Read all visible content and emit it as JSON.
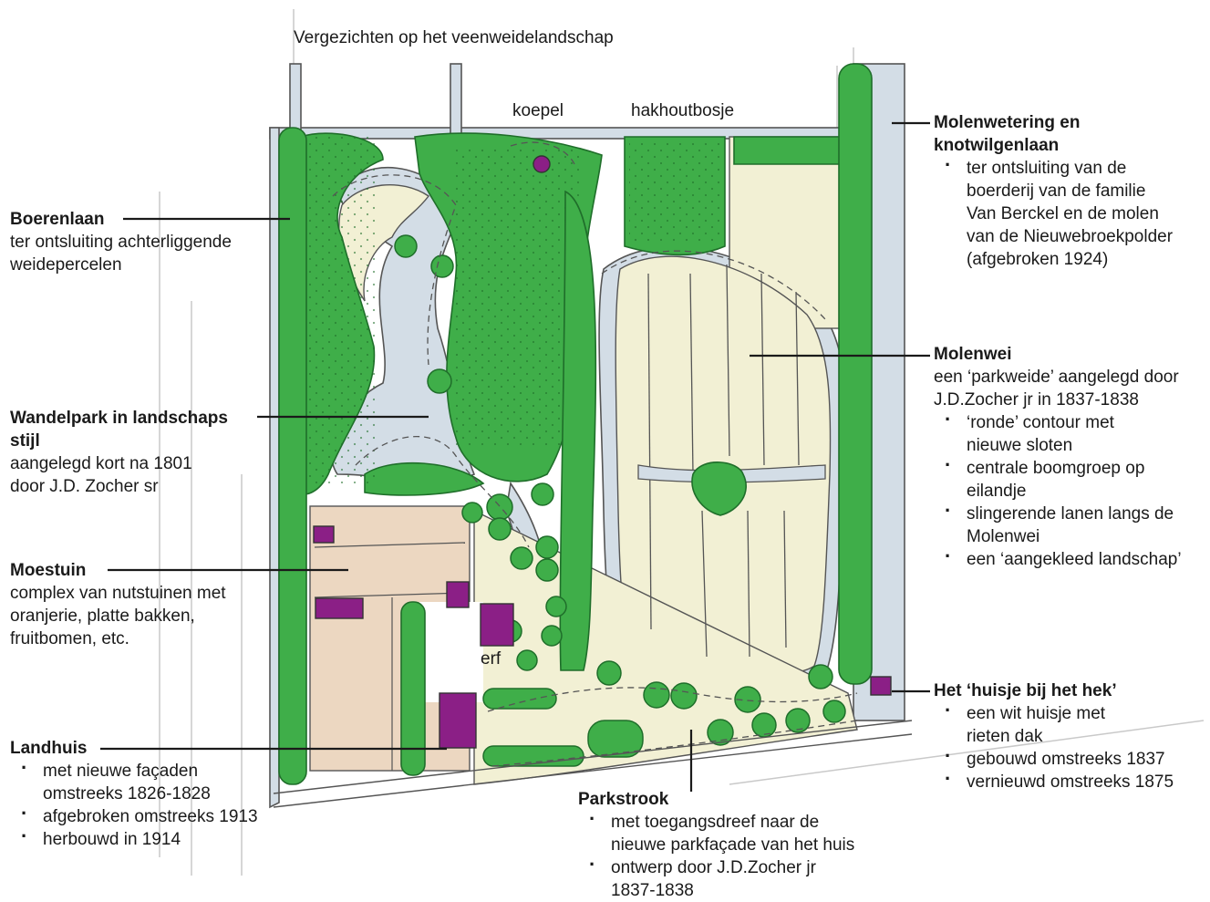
{
  "map_labels": {
    "top": "Vergezichten op het veenweidelandschap",
    "koepel": "koepel",
    "hakhout": "hakhoutbosje",
    "erf": "erf"
  },
  "annotations": {
    "boerenlaan": {
      "title": "Boerenlaan",
      "lines": [
        "ter ontsluiting achterliggende",
        "weidepercelen"
      ]
    },
    "wandelpark": {
      "title_1": "Wandelpark in landschaps",
      "title_2": "stijl",
      "lines": [
        "aangelegd kort na 1801",
        "door J.D. Zocher sr"
      ]
    },
    "moestuin": {
      "title": "Moestuin",
      "lines": [
        "complex van nutstuinen met",
        "oranjerie, platte bakken,",
        "fruitbomen, etc."
      ]
    },
    "landhuis": {
      "title": "Landhuis",
      "bullets": [
        "met nieuwe façaden",
        "omstreeks 1826-1828",
        "afgebroken omstreeks 1913",
        "herbouwd in 1914"
      ]
    },
    "molenwetering": {
      "title_1": "Molenwetering en",
      "title_2": "knotwilgenlaan",
      "bullets": [
        "ter ontsluiting van de",
        "boerderij van de  familie",
        "Van Berckel en de molen",
        "van de Nieuwebroekpolder",
        "(afgebroken 1924)"
      ]
    },
    "molenwei": {
      "title": "Molenwei",
      "lines": [
        "een ‘parkweide’ aangelegd door",
        "J.D.Zocher jr in 1837-1838"
      ],
      "bullets": [
        "‘ronde’ contour met",
        "nieuwe sloten",
        "centrale boomgroep op",
        "eilandje",
        "slingerende lanen langs de",
        "Molenwei",
        "een ‘aangekleed landschap’"
      ]
    },
    "huisje": {
      "title": "Het ‘huisje bij het hek’",
      "bullets": [
        "een wit huisje met",
        "rieten dak",
        "gebouwd omstreeks 1837",
        "vernieuwd omstreeks 1875"
      ]
    },
    "parkstrook": {
      "title": "Parkstrook",
      "bullets": [
        "met toegangsdreef naar de",
        "nieuwe parkfaçade van het huis",
        "ontwerp door J.D.Zocher jr",
        "1837-1838"
      ]
    }
  },
  "colors": {
    "tree": "#3fae49",
    "tree_stroke": "#1f6e2a",
    "water": "#d3dde6",
    "meadow": "#f2f0d4",
    "garden": "#ecd7c1",
    "building": "#8b1f86",
    "path": "#555555"
  }
}
